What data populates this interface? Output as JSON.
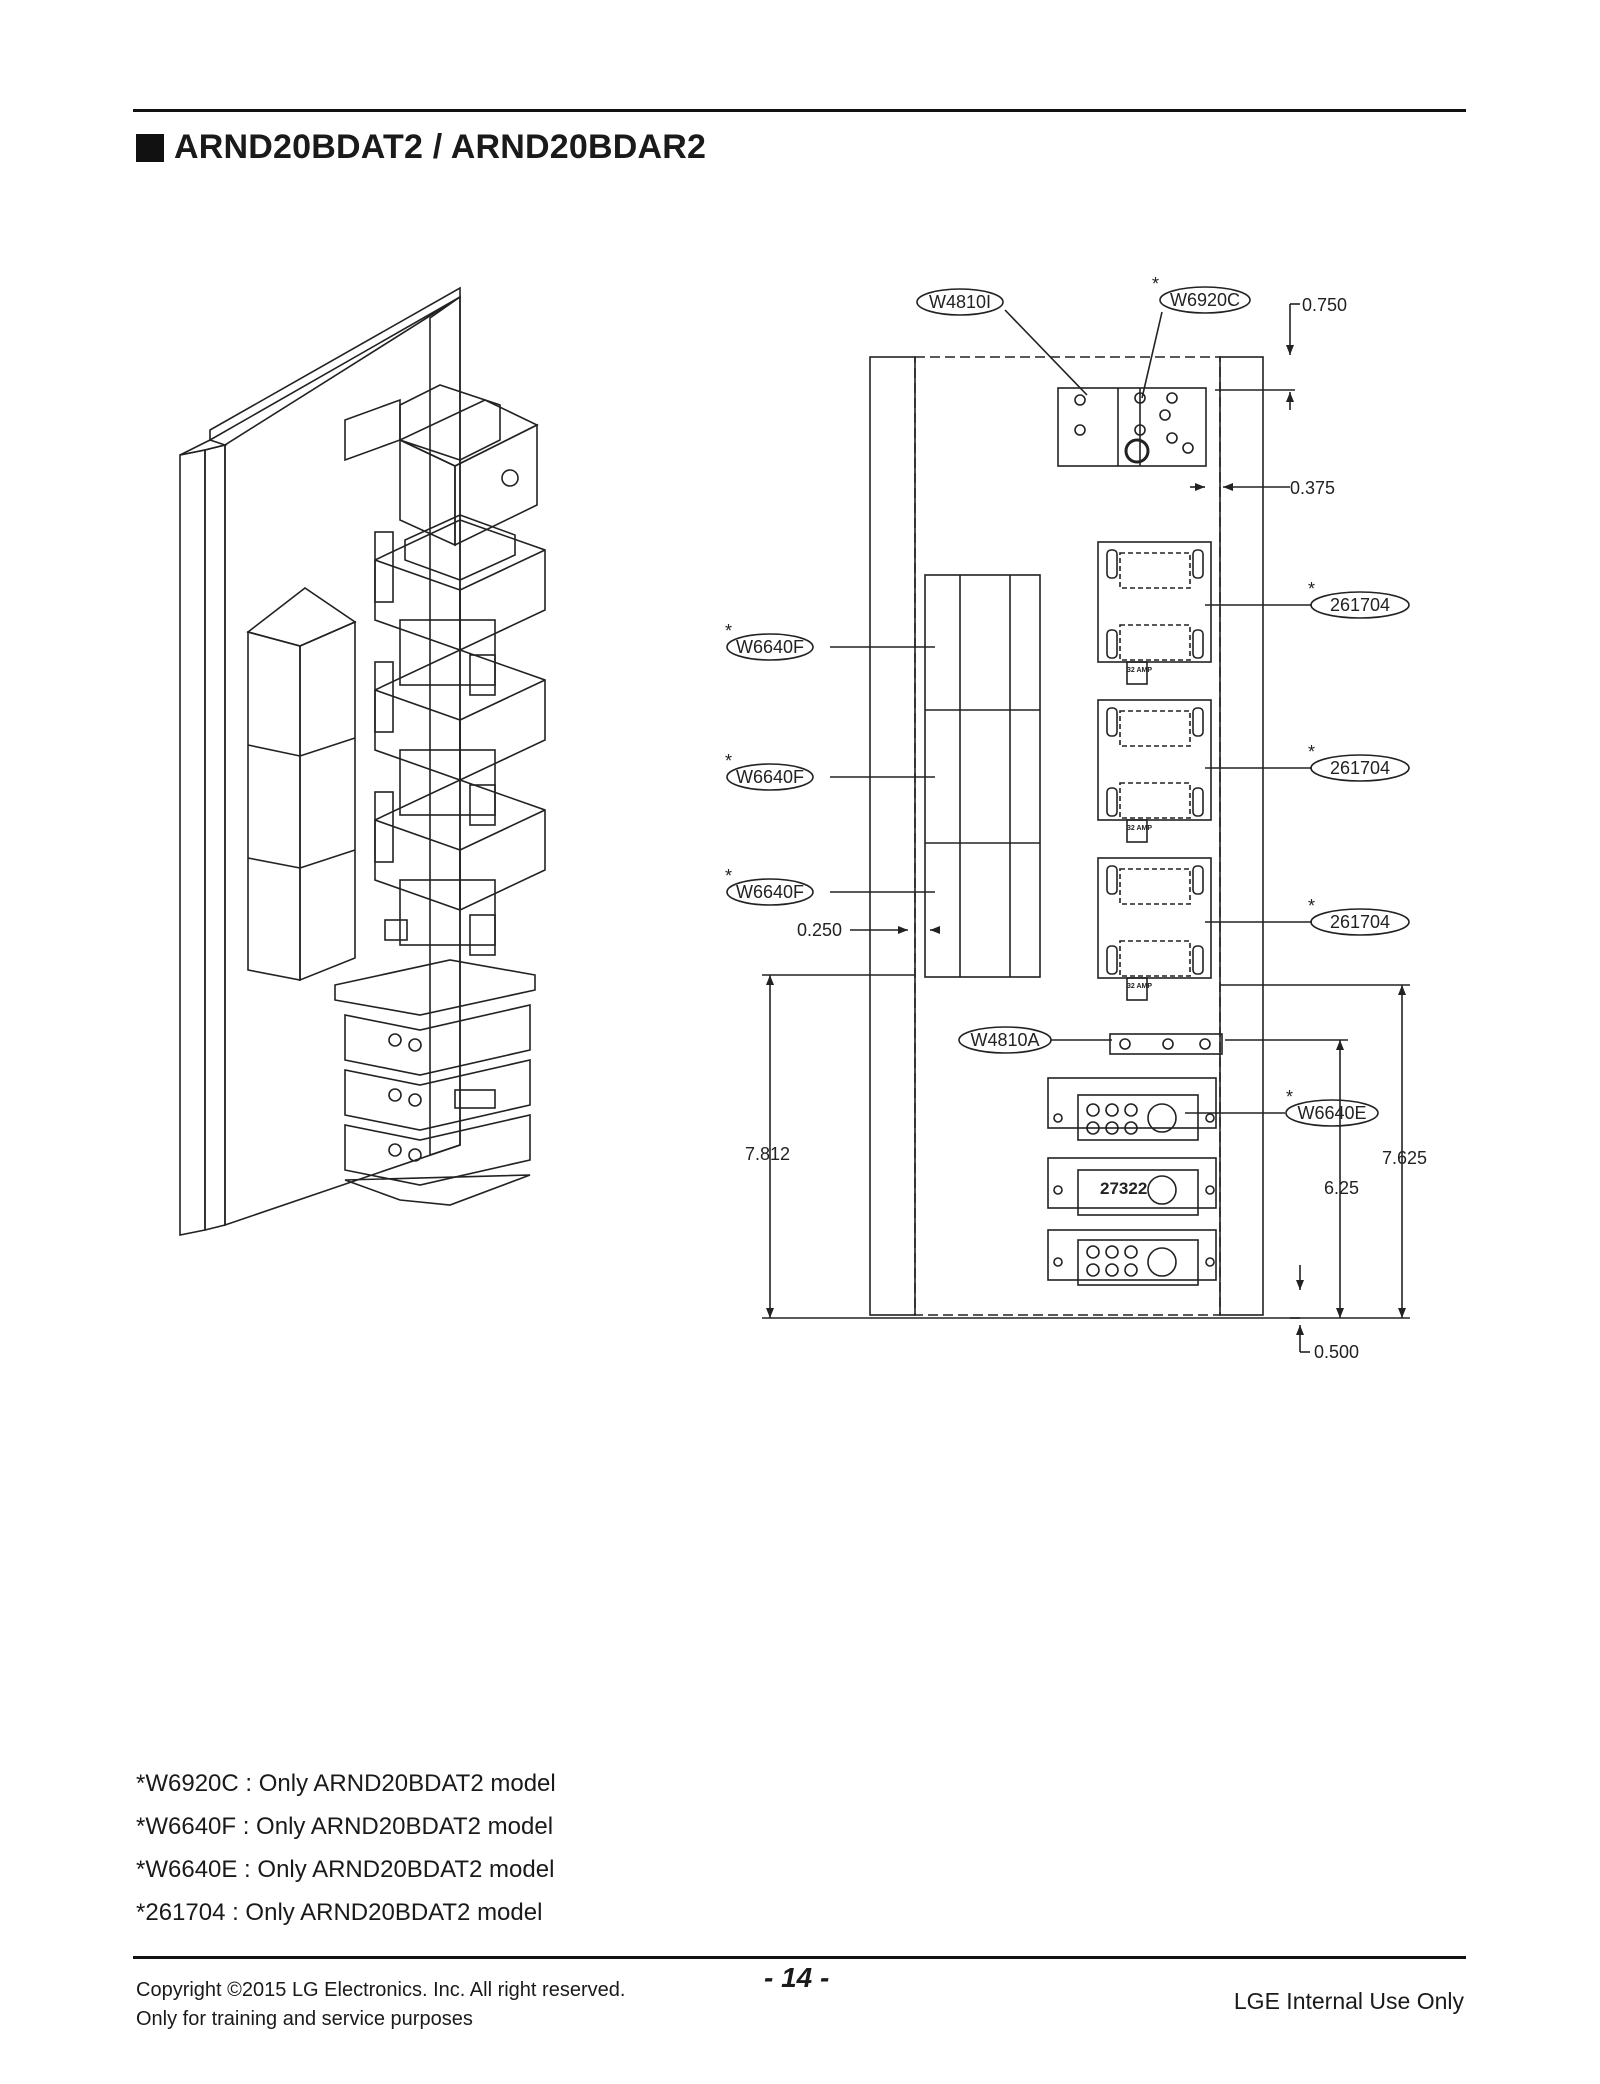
{
  "header": {
    "title": "ARND20BDAT2 / ARND20BDAR2"
  },
  "callouts": {
    "w4810i": "W4810I",
    "w6920c": "W6920C",
    "w6640f_1": "W6640F",
    "w6640f_2": "W6640F",
    "w6640f_3": "W6640F",
    "p261704_1": "261704",
    "p261704_2": "261704",
    "p261704_3": "261704",
    "w4810a": "W4810A",
    "w6640e": "W6640E",
    "asterisk": "*"
  },
  "dimensions": {
    "d0750": "0.750",
    "d0375": "0.375",
    "d0250": "0.250",
    "d7812": "7.812",
    "d7625": "7.625",
    "d625": "6.25",
    "d0500": "0.500"
  },
  "component_marks": {
    "amp": "32 AMP",
    "terminal_number": "27322"
  },
  "notes": [
    "*W6920C : Only ARND20BDAT2 model",
    "*W6640F : Only ARND20BDAT2 model",
    "*W6640E : Only ARND20BDAT2 model",
    "*261704 : Only ARND20BDAT2 model"
  ],
  "footer": {
    "copyright": "Copyright ©2015 LG Electronics. Inc. All right reserved.",
    "training": "Only for training and service purposes",
    "page_number": "- 14 -",
    "internal": "LGE Internal Use Only"
  }
}
